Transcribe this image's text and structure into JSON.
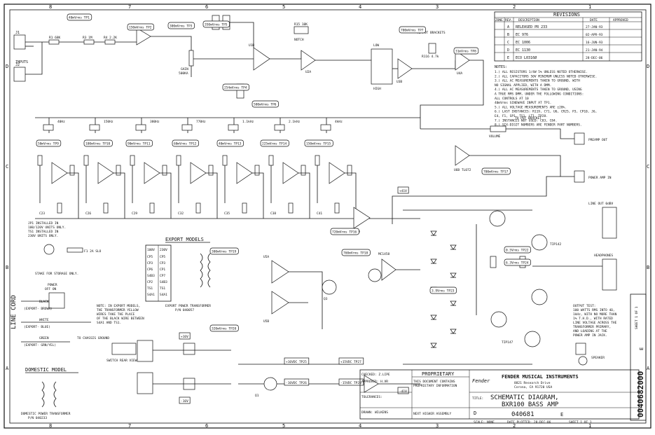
{
  "frame": {
    "columns": [
      "8",
      "7",
      "6",
      "5",
      "4",
      "3",
      "2",
      "1"
    ],
    "rows": [
      "D",
      "C",
      "B",
      "A"
    ]
  },
  "revisions": {
    "title": "REVISIONS",
    "headers": [
      "ZONE",
      "REV.",
      "DESCRIPTION",
      "DATE",
      "APPROVED"
    ],
    "rows": [
      {
        "rev": "A",
        "desc": "RELEASED PR 233",
        "date": "27-JAN-93"
      },
      {
        "rev": "B",
        "desc": "EC 976",
        "date": "02-APR-93"
      },
      {
        "rev": "C",
        "desc": "EC 1006",
        "date": "16-JUN-93"
      },
      {
        "rev": "D",
        "desc": "EC 1130",
        "date": "21-JAN-94"
      },
      {
        "rev": "E",
        "desc": "ECO L0316Ø",
        "date": "28-DEC-06"
      }
    ]
  },
  "notes": {
    "title": "NOTES:",
    "items": [
      "1.) ALL RESISTORS 1/4W 5% UNLESS NOTED OTHERWISE.",
      "2.) ALL CAPACITORS 50V MINIMUM UNLESS NOTED OTHERWISE.",
      "3.) ALL AC MEASUREMENTS TAKEN TO GROUND, WITH",
      "NO SIGNAL APPLIED, WITH A DMM.",
      "4.) ALL AC MEASUREMENTS TAKEN TO GROUND, USING",
      "A TRUE RMS DMM, UNDER THE FOLLOWING CONDITIONS:",
      "ALL CONTROLS AT 10",
      "40mVrms SINEWAVE INPUT AT TP1.",
      "5.) ALL VOLTAGE MEASUREMENTS ARE ±20%.",
      "6.) LAST INSTANCES: R119, C71, U6, CR25, P3, CP10, J6,",
      "E4, F1, SP1, TS1, LT1, TP28.",
      "7.) INSTANCES NOT USED: C83, C84.",
      "8.) SIX-DIGIT NUMBERS ARE FENDER PART NUMBERS."
    ]
  },
  "labels": {
    "inputs": "INPUTS",
    "preamp_out": "PREAMP OUT",
    "power_amp_in": "POWER AMP IN",
    "line_out": "LINE OUT 0dBV",
    "headphones": "HEADPHONES",
    "to_pot_brackets": "TO POT BRACKETS",
    "to_pot_bracket": "TO POT BRACKET",
    "volume": "VOLUME",
    "export_models": "EXPORT MODELS",
    "export_ptx": "EXPORT POWER TRANSFORMER",
    "export_ptx_pn": "P/N 040057",
    "domestic_model": "DOMESTIC MODEL",
    "domestic_ptx": "DOMESTIC POWER TRANSFORMER",
    "domestic_ptx_pn": "P/N 040233",
    "line_cord": "LINE CORD",
    "jp1_note_1": "JP1 INSTALLED IN",
    "jp1_note_2": "100/120V UNITS ONLY.",
    "jp1_note_3": "TS1 INSTALLED IN",
    "jp1_note_4": "230V UNITS ONLY.",
    "stake": "STAKE FOR STORAGE ONLY.",
    "power_switch": "POWER",
    "power_off_on": "OFF  ON",
    "switch_rear": "SWITCH REAR VIEW.",
    "black": "BLACK",
    "white": "WHITE",
    "green": "GREEN",
    "export_brown": "(EXPORT- BROWN)",
    "export_blue": "(EXPORT- BLUE)",
    "export_grnyel": "(EXPORT- GRN/YEL)",
    "to_chassis": "TO CHASSIS GROUND",
    "export_note_1": "NOTE: IN EXPORT MODELS,",
    "export_note_2": "THE TRANSFORMER YELLOW",
    "export_note_3": "WIRES TAKE THE PLACE",
    "export_note_4": "OF THE BLACK WIRE BETWEEN",
    "export_note_5": "S4A1 AND TS1.",
    "output_test_1": "OUTPUT TEST:",
    "output_test_2": "100 WATTS RMS INTO 4Ω,",
    "output_test_3": "1kHz, WITH NO MORE THAN",
    "output_test_4": "1% T.H.D., WITH RATED",
    "output_test_5": "LINE VOLTAGE ACROSS THE",
    "output_test_6": "TRANSFORMER PRIMARY,",
    "output_test_7": "AND LOADING AT THE",
    "output_test_8": "POWER AMP IN JACK.",
    "speaker": "SPEAKER"
  },
  "export_table": {
    "headers": [
      "100V",
      "230V"
    ],
    "rows": [
      [
        "CP5",
        "CP5"
      ],
      [
        "CP3",
        "CP3"
      ],
      [
        "CP6",
        "CP1"
      ],
      [
        "S4B3",
        "CP7"
      ],
      [
        "CP2",
        "S4B3"
      ],
      [
        "TS1",
        "TS1"
      ],
      [
        "S4A1",
        "S4A1"
      ]
    ]
  },
  "test_points": [
    "40mVrms TP1",
    "150mVrms TP2",
    "300mVrms TP3",
    "350mVrms TP5",
    "254mVrms TP4",
    "500mVrms TP6",
    "700mVrms TP7",
    "31mVrms TP8",
    "50mVrms TP9",
    "100mVrms TP10",
    "90mVrms TP11",
    "60mVrms TP12",
    "40mVrms TP13",
    "225mVrms TP14",
    "150mVrms TP15",
    "720mVrms TP16",
    "700mVrms TP17",
    "760mVrms TP18",
    "300mVrms TP19",
    "320mVrms TP20",
    "0.5Vrms TP22",
    "3.9Vrms TP23",
    "6.3Vrms TP24"
  ],
  "eq_freqs": [
    "40Hz",
    "150Hz",
    "380Hz",
    "770Hz",
    "1.1kHz",
    "2.1kHz",
    "4kHz"
  ],
  "rails": [
    "+16VDC TP25",
    "-16VDC TP26",
    "+15VDC TP27",
    "-15VDC TP28",
    "+16V",
    "-16V",
    "+41V",
    "-41V"
  ],
  "title_block": {
    "proprietary": "PROPRIETARY",
    "company": "FENDER MUSICAL INSTRUMENTS",
    "address_1": "8821 Research Drive",
    "address_2": "Corona, CA 91720 USA",
    "title_label": "TITLE:",
    "title": "SCHEMATIC DIAGRAM,",
    "subtitle": "BXR100 BASS AMP",
    "size": "D",
    "dwg_no": "040681",
    "rev": "E",
    "scale": "SCALE: NONE",
    "sheet": "SHEET 1 OF 1",
    "date_plotted": "DATE PLOTTED: 28-DEC-06",
    "checked": "CHECKED: Z.LIPE",
    "drawn": "DRAWN: WILKENS",
    "approved": "APPROVED: H.VR",
    "tolerances": "TOLERANCES:",
    "next_higher": "NEXT HIGHER ASSEMBLY",
    "side_dwg_no": "0040682000",
    "side_sheet": "SHEET 1 OF 1",
    "side_rev": "E"
  }
}
